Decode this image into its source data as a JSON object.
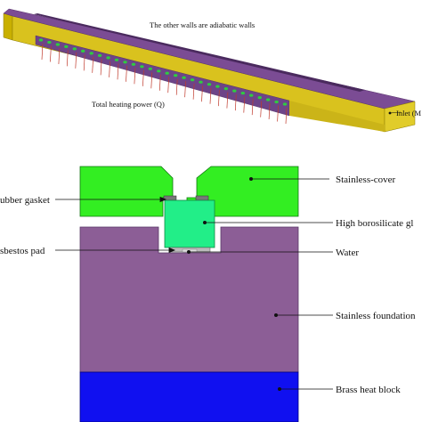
{
  "top_figure": {
    "adiabatic_note": "The other walls are adiabatic walls",
    "heating_power": "Total heating power (Q)",
    "inlet": "Inlet (M"
  },
  "bottom_figure": {
    "labels": {
      "stainless_cover": "Stainless-cover",
      "rubber_gasket": "ubber gasket",
      "borosilicate": "High borosilicate gl",
      "asbestos_pad": "sbestos pad",
      "water": "Water",
      "stainless_foundation": "Stainless foundation",
      "brass_block": "Brass heat block"
    }
  },
  "colors": {
    "channel_top": "#7b4c94",
    "channel_side": "#d9c21e",
    "heater_pin": "#c0392b",
    "cover": "#33ee22",
    "glass": "#22ee88",
    "foundation": "#8c5e96",
    "brass_block": "#1010f0",
    "gasket": "#777777"
  }
}
